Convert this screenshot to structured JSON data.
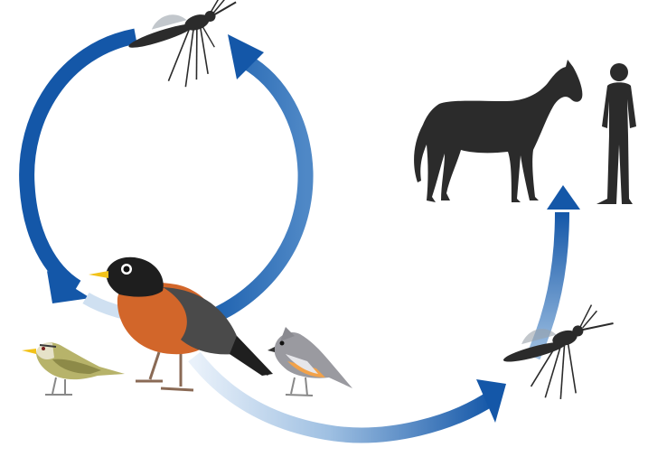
{
  "diagram": {
    "type": "transmission-cycle",
    "nodes": [
      {
        "id": "mosquito-top",
        "label": "",
        "icon": "mosquito-icon"
      },
      {
        "id": "american-robin",
        "label": "",
        "icon": "robin-icon"
      },
      {
        "id": "small-bird-left",
        "label": "",
        "icon": "vireo-icon"
      },
      {
        "id": "small-bird-right",
        "label": "",
        "icon": "titmouse-icon"
      },
      {
        "id": "mosquito-bottom",
        "label": "",
        "icon": "mosquito-icon"
      },
      {
        "id": "horse",
        "label": "",
        "icon": "horse-icon"
      },
      {
        "id": "human",
        "label": "",
        "icon": "human-icon"
      }
    ],
    "edges": [
      {
        "from": "mosquito-top",
        "to": "american-robin",
        "style": "cycle-arrow"
      },
      {
        "from": "american-robin",
        "to": "mosquito-top",
        "style": "cycle-arrow"
      },
      {
        "from": "american-robin",
        "to": "mosquito-bottom",
        "style": "spillover-arrow"
      },
      {
        "from": "mosquito-bottom",
        "to": "horse",
        "style": "spillover-arrow"
      },
      {
        "from": "mosquito-bottom",
        "to": "human",
        "style": "spillover-arrow"
      }
    ],
    "colors": {
      "arrow": "#1457a8",
      "arrow_light": "#cfe0f1",
      "silhouette": "#2b2b2b",
      "robin_breast": "#d2662a",
      "robin_head": "#1e1e1e",
      "beak": "#f2c21a"
    }
  }
}
